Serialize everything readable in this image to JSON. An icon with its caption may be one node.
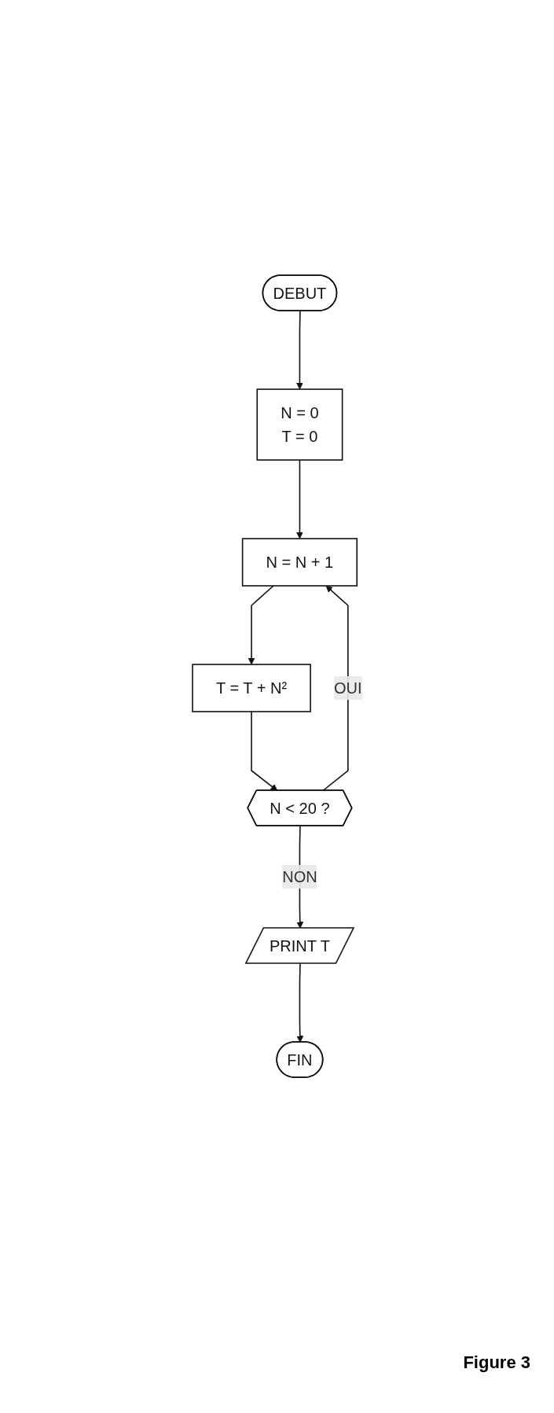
{
  "diagram": {
    "caption": "Figure 3",
    "nodes": [
      {
        "text": [
          "DEBUT"
        ]
      },
      {
        "text": [
          "N = 0",
          "T = 0"
        ]
      },
      {
        "text": [
          "N = N + 1"
        ]
      },
      {
        "text": [
          "T = T + N²"
        ]
      },
      {
        "text": [
          "N < 20 ?"
        ]
      },
      {
        "text": [
          "PRINT T"
        ]
      },
      {
        "text": [
          "FIN"
        ]
      }
    ],
    "edges": [
      {
        "from": 0,
        "to": 1,
        "arrow": "to"
      },
      {
        "from": 1,
        "to": 2,
        "arrow": "to"
      },
      {
        "from": 2,
        "to": 3,
        "arrow": "to"
      },
      {
        "from": 3,
        "to": 4,
        "arrow": "to"
      },
      {
        "from": 4,
        "to": 2,
        "label": "OUI",
        "arrow": "to"
      },
      {
        "from": 4,
        "to": 5,
        "label": "NON",
        "arrow": "to"
      },
      {
        "from": 5,
        "to": 6,
        "arrow": "to"
      }
    ]
  }
}
